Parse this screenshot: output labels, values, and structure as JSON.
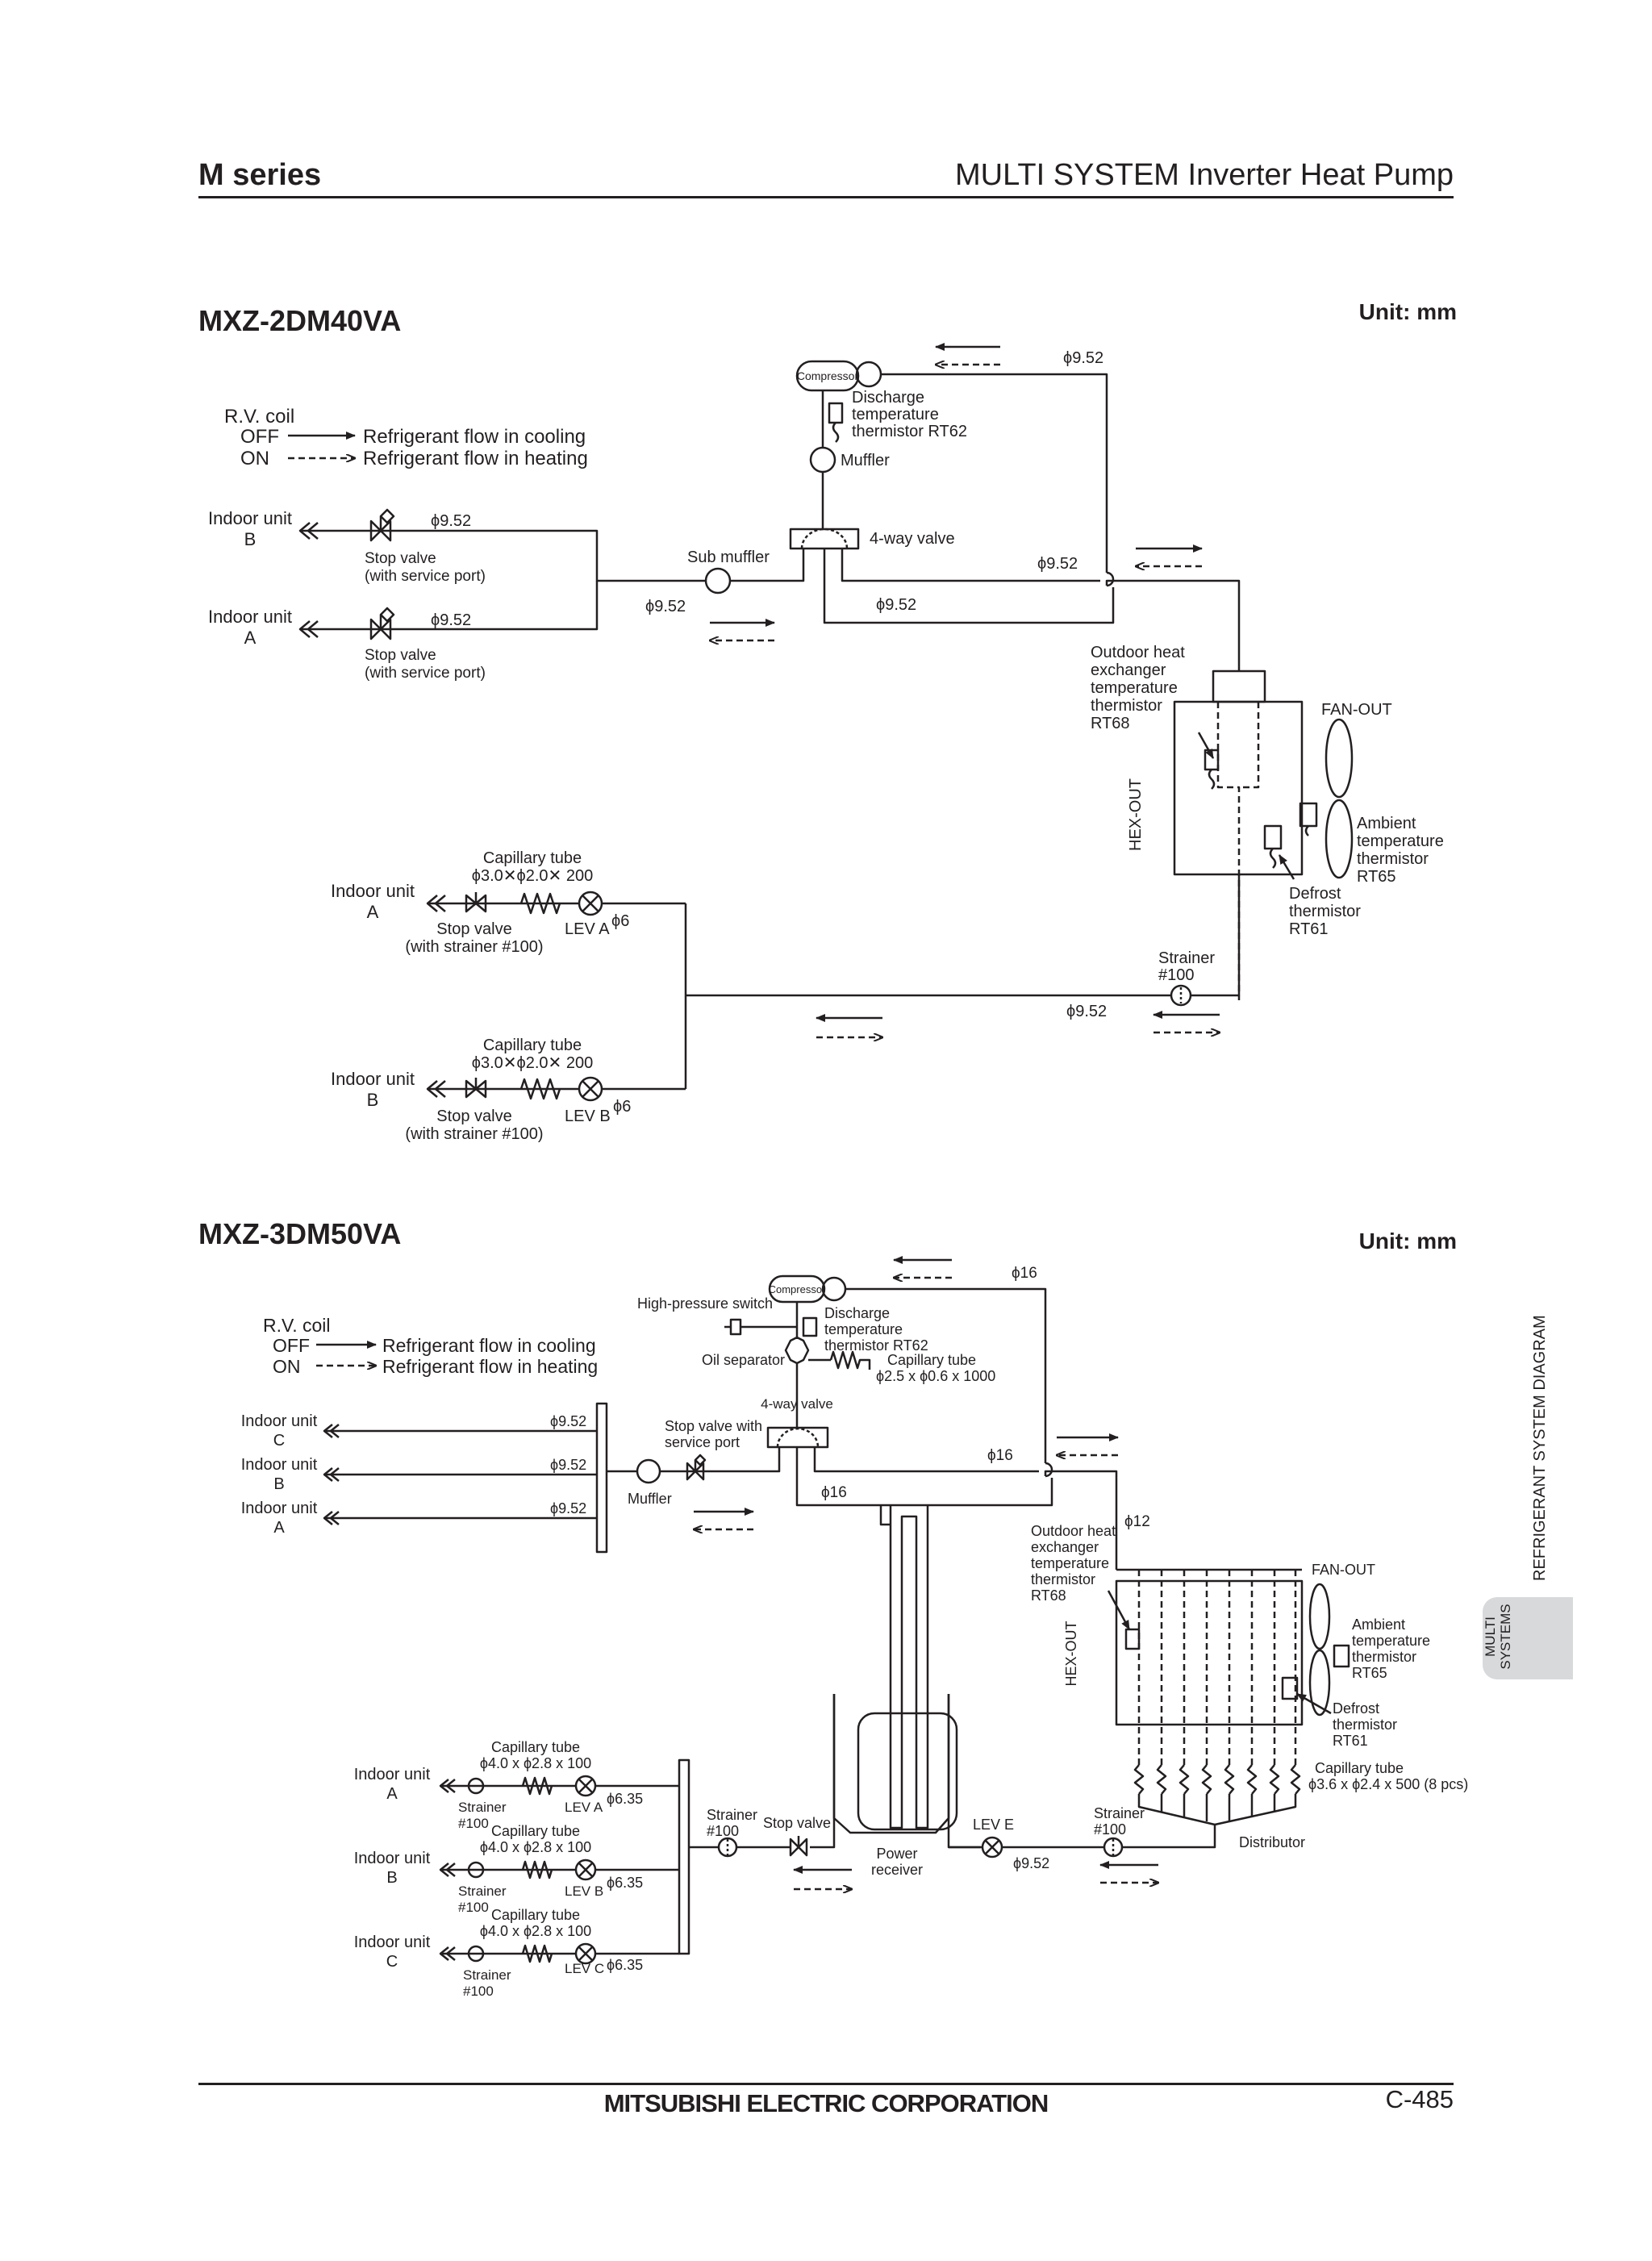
{
  "header": {
    "series": "M series",
    "title": "MULTI SYSTEM Inverter Heat Pump"
  },
  "footer": {
    "company": "MITSUBISHI ELECTRIC CORPORATION",
    "page": "C-485"
  },
  "side": {
    "section": "REFRIGERANT SYSTEM DIAGRAM",
    "tab_line1": "MULTI",
    "tab_line2": "SYSTEMS"
  },
  "common": {
    "unit": "Unit: mm",
    "rv_coil": "R.V. coil",
    "off": "OFF",
    "on": "ON",
    "flow_cooling": "Refrigerant flow in cooling",
    "flow_heating": "Refrigerant flow in heating",
    "compressor": "Compressor",
    "fan_out": "FAN-OUT",
    "hex_out": "HEX-OUT",
    "four_way_valve": "4-way valve"
  },
  "d1": {
    "model": "MXZ-2DM40VA",
    "dim_952": "ϕ9.52",
    "dim_6": "ϕ6",
    "indoor_b": [
      "Indoor unit",
      "B"
    ],
    "indoor_a": [
      "Indoor unit",
      "A"
    ],
    "stop_valve": [
      "Stop valve",
      "(with service port)"
    ],
    "stop_valve_strainer": [
      "Stop valve",
      "(with strainer #100)"
    ],
    "sub_muffler": "Sub muffler",
    "muffler": "Muffler",
    "discharge": [
      "Discharge",
      "temperature",
      "thermistor RT62"
    ],
    "outdoor_hex": [
      "Outdoor heat",
      "exchanger",
      "temperature",
      "thermistor",
      "RT68"
    ],
    "ambient": [
      "Ambient",
      "temperature",
      "thermistor",
      "RT65"
    ],
    "defrost": [
      "Defrost",
      "thermistor",
      "RT61"
    ],
    "strainer": [
      "Strainer",
      "#100"
    ],
    "capillary": [
      "Capillary tube",
      "ϕ3.0✕ϕ2.0✕ 200"
    ],
    "lev_a": "LEV A",
    "lev_b": "LEV B"
  },
  "d2": {
    "model": "MXZ-3DM50VA",
    "dim_16": "ϕ16",
    "dim_12": "ϕ12",
    "dim_952": "ϕ9.52",
    "dim_635": "ϕ6.35",
    "indoor_c": [
      "Indoor unit",
      "C"
    ],
    "indoor_b": [
      "Indoor unit",
      "B"
    ],
    "indoor_a": [
      "Indoor unit",
      "A"
    ],
    "high_pressure": "High-pressure switch",
    "discharge": [
      "Discharge",
      "temperature",
      "thermistor RT62"
    ],
    "oil_separator": "Oil separator",
    "capillary_top": [
      "Capillary tube",
      "ϕ2.5 x ϕ0.6 x 1000"
    ],
    "stop_valve_service": [
      "Stop valve with",
      "service port"
    ],
    "muffler": "Muffler",
    "outdoor_hex": [
      "Outdoor heat",
      "exchanger",
      "temperature",
      "thermistor",
      "RT68"
    ],
    "ambient": [
      "Ambient",
      "temperature",
      "thermistor",
      "RT65"
    ],
    "defrost": [
      "Defrost",
      "thermistor",
      "RT61"
    ],
    "capillary_8": [
      "Capillary tube",
      "ϕ3.6 x ϕ2.4 x 500 (8 pcs)"
    ],
    "distributor": "Distributor",
    "strainer": [
      "Strainer",
      "#100"
    ],
    "stop_valve": "Stop valve",
    "power_receiver": [
      "Power",
      "receiver"
    ],
    "lev_e": "LEV E",
    "capillary_indoor": [
      "Capillary tube",
      "ϕ4.0 x ϕ2.8 x 100"
    ],
    "lev_a": "LEV A",
    "lev_b": "LEV B",
    "lev_c": "LEV C"
  }
}
